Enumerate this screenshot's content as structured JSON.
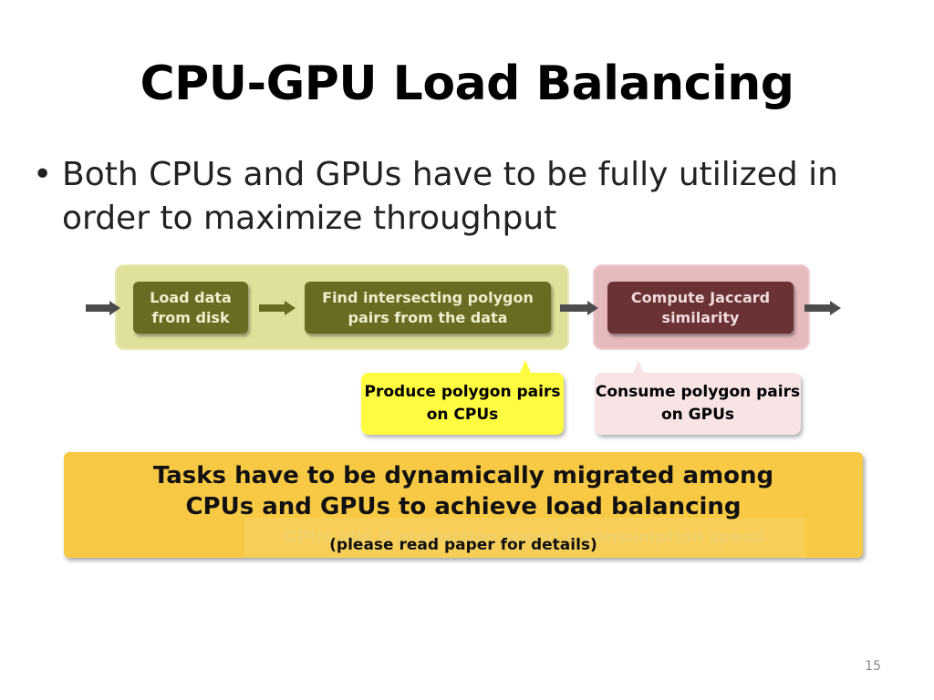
{
  "slide": {
    "title": "CPU-GPU Load Balancing",
    "bullet_char": "•",
    "bullet_text": "Both CPUs and GPUs have to be fully utilized in order to maximize throughput",
    "page_number": "15"
  },
  "diagram": {
    "steps": [
      {
        "label": "Load data from disk",
        "group": "cpu",
        "color": "#6a6b22"
      },
      {
        "label": "Find intersecting polygon pairs from the data",
        "group": "cpu",
        "color": "#6a6b22"
      },
      {
        "label": "Compute Jaccard similarity",
        "group": "gpu",
        "color": "#6a3234"
      }
    ],
    "group_colors": {
      "cpu": "#dfe09a",
      "gpu": "#e6b9bd"
    },
    "callouts": {
      "produce": "Produce polygon pairs on CPUs",
      "consume": "Consume polygon pairs on GPUs"
    },
    "callout_colors": {
      "produce": "#fffb40",
      "consume": "#f8e4e5"
    }
  },
  "banner": {
    "line1": "Tasks have to be dynamically migrated among",
    "line2": "CPUs and GPUs to achieve load balancing",
    "note": "(please read paper for details)",
    "hidden_text": "GPUs idle if production speed < consumption speed",
    "color": "#f8c944"
  }
}
